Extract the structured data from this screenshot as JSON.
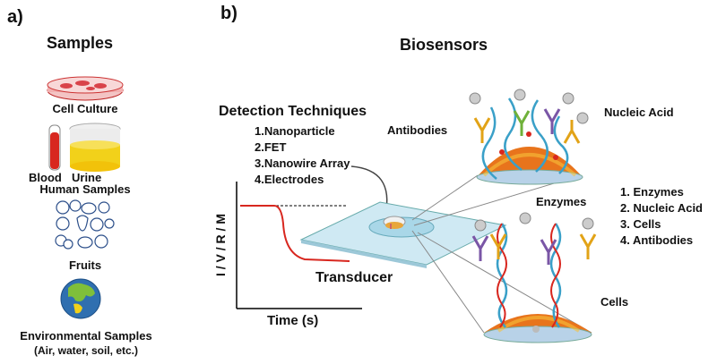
{
  "panel_a": {
    "label": "a)",
    "title": "Samples",
    "items": {
      "cell_culture": "Cell Culture",
      "blood": "Blood",
      "urine": "Urine",
      "human_samples": "Human Samples",
      "fruits": "Fruits",
      "environmental": "Environmental Samples",
      "environmental_sub": "(Air, water, soil, etc.)"
    }
  },
  "panel_b": {
    "label": "b)",
    "title": "Biosensors",
    "detection": {
      "title": "Detection Techniques",
      "items": [
        "1.Nanoparticle",
        "2.FET",
        "3.Nanowire Array",
        "4.Electrodes"
      ]
    },
    "graph": {
      "ylabel": "I / V / R / M",
      "xlabel": "Time (s)"
    },
    "transducer": "Transducer",
    "labels": {
      "antibodies": "Antibodies",
      "nucleic_acid": "Nucleic Acid",
      "enzymes": "Enzymes",
      "cells": "Cells"
    },
    "bio_list": [
      "1. Enzymes",
      "2. Nucleic Acid",
      "3. Cells",
      "4. Antibodies"
    ]
  },
  "colors": {
    "red_line": "#d8271f",
    "dish_red": "#d9434a",
    "urine": "#f2d11a",
    "earth_blue": "#2f6fb0",
    "earth_green": "#7fbf3a",
    "dome_orange": "#e8741c",
    "glass": "#a9d7e8"
  }
}
